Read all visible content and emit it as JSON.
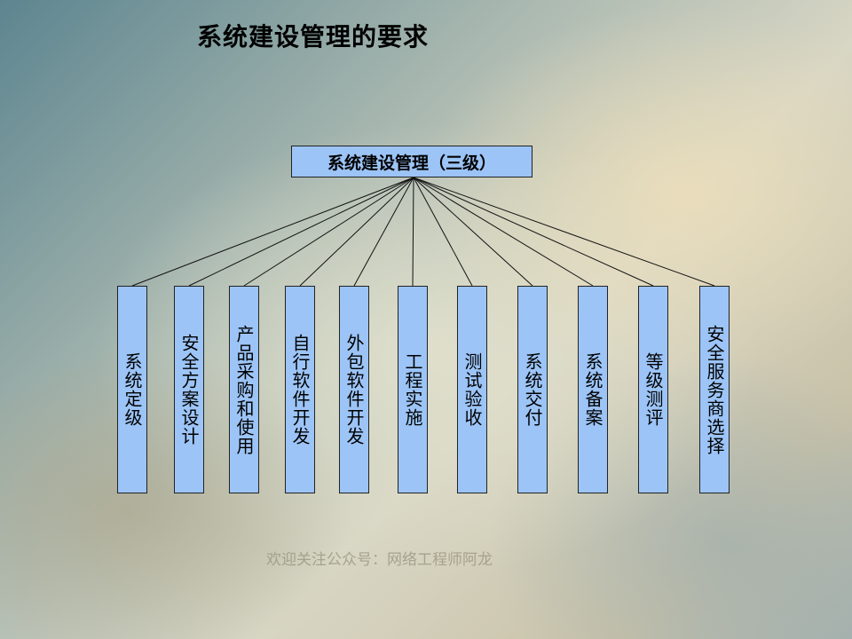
{
  "title": "系统建设管理的要求",
  "root": {
    "label": "系统建设管理（三级）"
  },
  "children": [
    {
      "label": "系统定级"
    },
    {
      "label": "安全方案设计"
    },
    {
      "label": "产品采购和使用"
    },
    {
      "label": "自行软件开发"
    },
    {
      "label": "外包软件开发"
    },
    {
      "label": "工程实施"
    },
    {
      "label": "测试验收"
    },
    {
      "label": "系统交付"
    },
    {
      "label": "系统备案"
    },
    {
      "label": "等级测评"
    },
    {
      "label": "安全服务商选择"
    }
  ],
  "footer": {
    "watermark": "欢迎关注公众号：网络工程师阿龙"
  },
  "colors": {
    "box_fill": "#9cc4f6",
    "box_border": "#222222",
    "connector": "#111111"
  }
}
